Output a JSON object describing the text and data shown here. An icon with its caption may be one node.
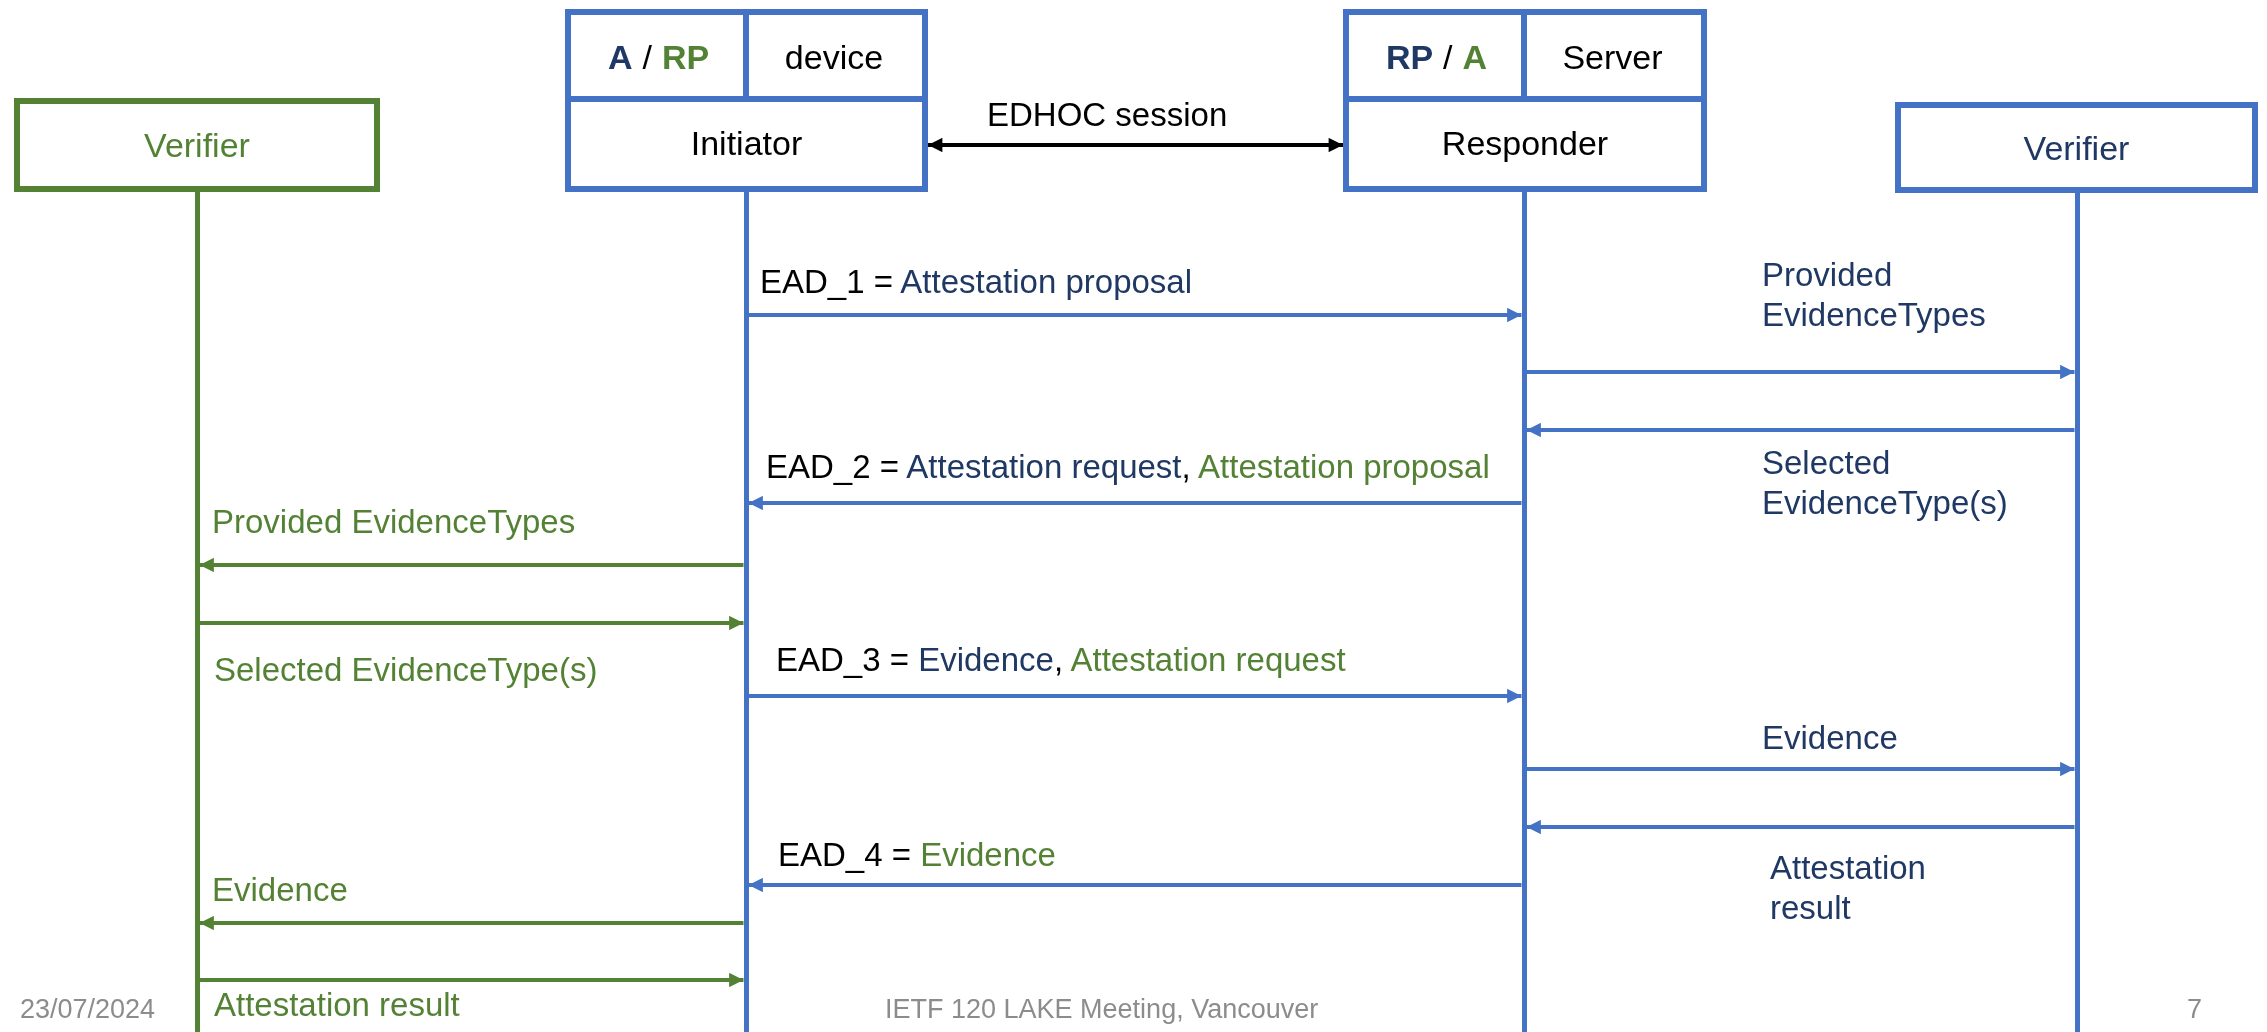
{
  "diagram": {
    "nodes": [
      {
        "text": [
          "Verifier"
        ]
      },
      {
        "text": [
          "A",
          "/",
          "RP",
          "device",
          "Initiator"
        ]
      },
      {
        "text": [
          "RP",
          "/",
          "A",
          "Server",
          "Responder"
        ]
      },
      {
        "text": [
          "Verifier"
        ]
      },
      {
        "text": [],
        "shape": "bar"
      },
      {
        "text": [],
        "shape": "bar"
      },
      {
        "text": [],
        "shape": "bar"
      },
      {
        "text": [],
        "shape": "bar"
      }
    ],
    "edges": [
      {
        "from": 1,
        "to": 2,
        "arrow": "both",
        "label": "EDHOC session",
        "color": "#000000"
      },
      {
        "from": 5,
        "to": 6,
        "arrow": "to",
        "label": "EAD_1 = Attestation proposal"
      },
      {
        "from": 6,
        "to": 7,
        "arrow": "to",
        "label": "Provided EvidenceTypes"
      },
      {
        "from": 7,
        "to": 6,
        "arrow": "to",
        "label": "Selected EvidenceType(s)"
      },
      {
        "from": 6,
        "to": 5,
        "arrow": "to",
        "label": "EAD_2 = Attestation request, Attestation proposal"
      },
      {
        "from": 5,
        "to": 4,
        "arrow": "to",
        "label": "Provided EvidenceTypes",
        "color": "#548235"
      },
      {
        "from": 4,
        "to": 5,
        "arrow": "to",
        "label": "Selected EvidenceType(s)",
        "color": "#548235"
      },
      {
        "from": 5,
        "to": 6,
        "arrow": "to",
        "label": "EAD_3 = Evidence, Attestation request"
      },
      {
        "from": 6,
        "to": 7,
        "arrow": "to",
        "label": "Evidence"
      },
      {
        "from": 7,
        "to": 6,
        "arrow": "to",
        "label": "Attestation result"
      },
      {
        "from": 6,
        "to": 5,
        "arrow": "to",
        "label": "EAD_4 = Evidence"
      },
      {
        "from": 5,
        "to": 4,
        "arrow": "to",
        "label": "Evidence",
        "color": "#548235"
      },
      {
        "from": 4,
        "to": 5,
        "arrow": "to",
        "label": "Attestation result",
        "color": "#548235"
      }
    ],
    "labels": [
      "23/07/2024",
      "IETF 120 LAKE Meeting, Vancouver",
      "7"
    ]
  }
}
